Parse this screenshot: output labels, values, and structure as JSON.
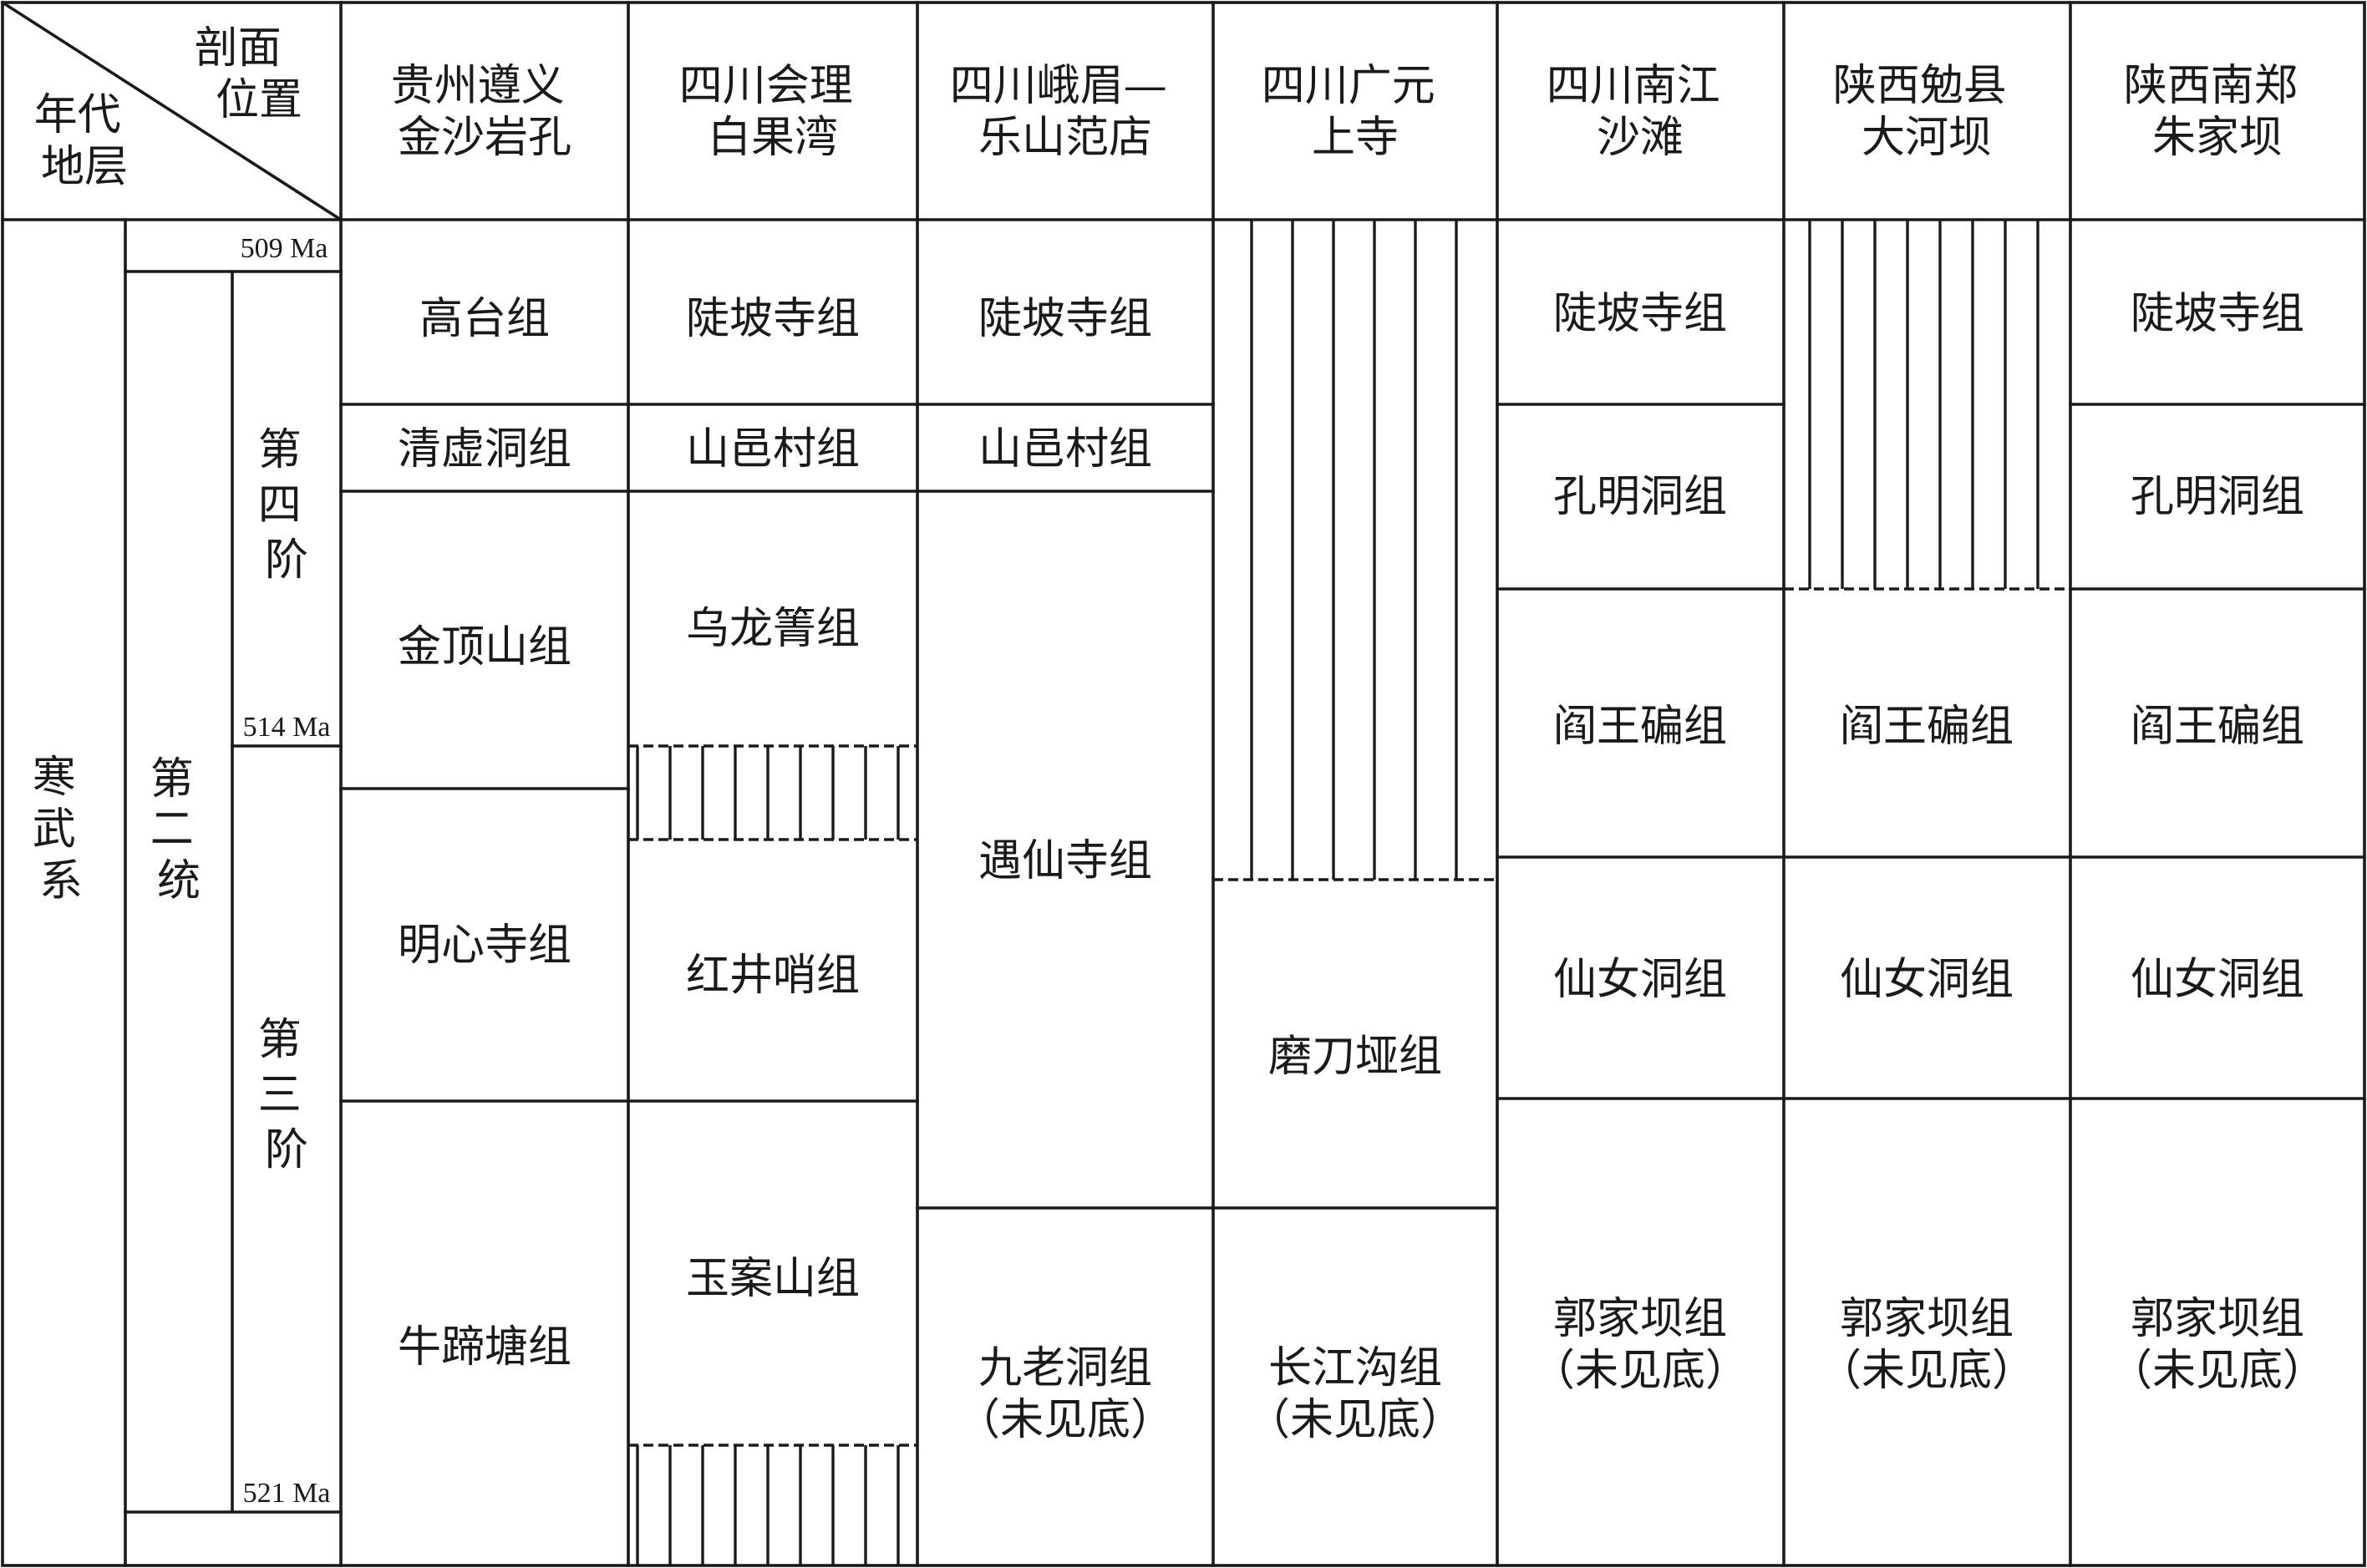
{
  "header": {
    "corner_top": [
      "剖面",
      "位置"
    ],
    "corner_bottom": [
      "年代",
      "地层"
    ],
    "columns": [
      [
        "贵州遵义",
        "金沙岩孔"
      ],
      [
        "四川会理",
        "白果湾"
      ],
      [
        "四川峨眉—",
        "乐山范店"
      ],
      [
        "四川广元",
        "上寺"
      ],
      [
        "四川南江",
        "沙滩"
      ],
      [
        "陕西勉县",
        "大河坝"
      ],
      [
        "陕西南郑",
        "朱家坝"
      ]
    ]
  },
  "strat": {
    "system": "寒武系",
    "series": "第二统",
    "stage4": "第四阶",
    "stage3": "第三阶",
    "age_top": "509 Ma",
    "age_mid": "514 Ma",
    "age_bottom": "521 Ma"
  },
  "formations": [
    "高台组",
    "清虚洞组",
    "金顶山组",
    "明心寺组",
    "牛蹄塘组",
    "陡坡寺组",
    "山邑村组",
    "乌龙箐组",
    "红井哨组",
    "玉案山组",
    "陡坡寺组",
    "山邑村组",
    "遇仙寺组",
    "九老洞组",
    "（未见底）",
    "磨刀垭组",
    "长江沟组",
    "（未见底）",
    "陡坡寺组",
    "孔明洞组",
    "阎王碥组",
    "仙女洞组",
    "郭家坝组",
    "（未见底）",
    "阎王碥组",
    "仙女洞组",
    "郭家坝组",
    "（未见底）",
    "陡坡寺组",
    "孔明洞组",
    "阎王碥组",
    "仙女洞组",
    "郭家坝组",
    "（未见底）"
  ]
}
